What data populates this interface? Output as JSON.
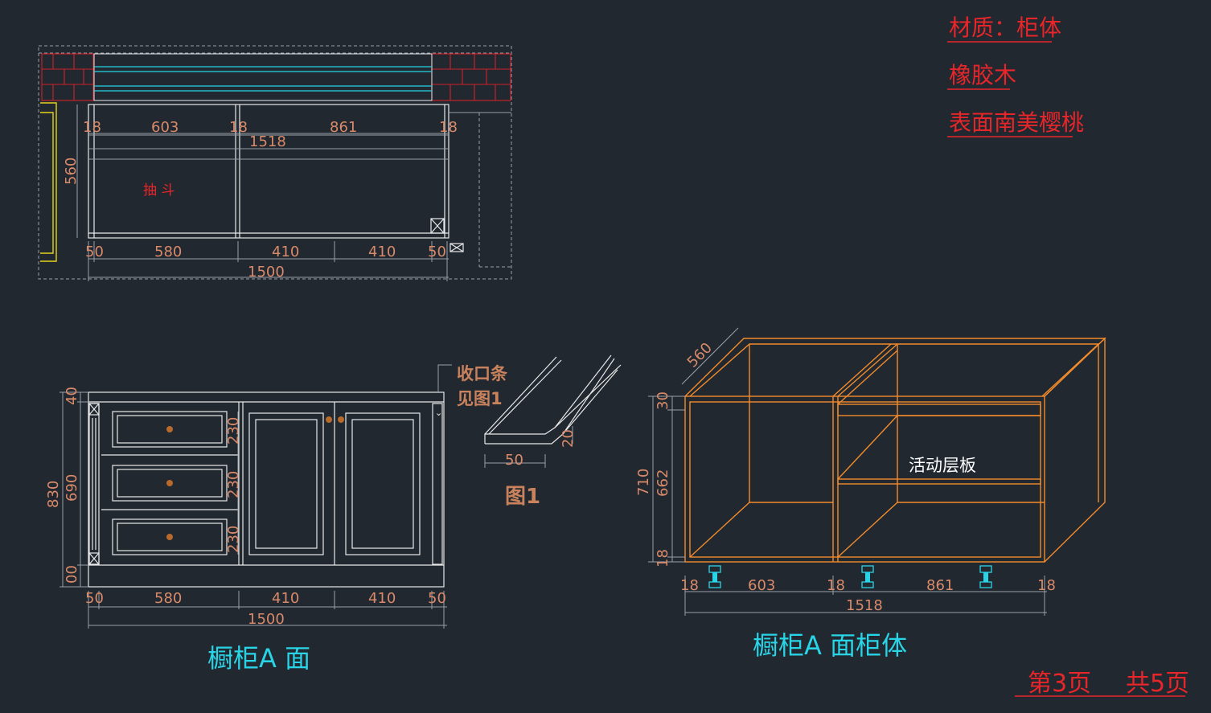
{
  "material_note": {
    "line1": "材质：柜体",
    "line2": "橡胶木",
    "line3": "表面南美樱桃"
  },
  "plan_view": {
    "label_drawer": "抽 斗",
    "top_dims": [
      "18",
      "603",
      "18",
      "861",
      "18"
    ],
    "top_total": "1518",
    "depth": "560",
    "bottom_dims": [
      "50",
      "580",
      "410",
      "410",
      "50"
    ],
    "bottom_total": "1500"
  },
  "front_view": {
    "left_dims": [
      "40",
      "690",
      "00"
    ],
    "overall_height": "830",
    "drawer_heights": [
      "230",
      "230",
      "230"
    ],
    "bottom_dims": [
      "50",
      "580",
      "410",
      "410",
      "50"
    ],
    "bottom_total": "1500",
    "callout": "收口条\n见图1",
    "callout_line1": "收口条",
    "callout_line2": "见图1",
    "title": "橱柜A 面"
  },
  "detail": {
    "width": "50",
    "height": "20",
    "title": "图1"
  },
  "iso_view": {
    "depth": "560",
    "left_dims": [
      "30",
      "662",
      "18"
    ],
    "overall_height": "710",
    "shelf_label": "活动层板",
    "bottom_dims": [
      "18",
      "603",
      "18",
      "861",
      "18"
    ],
    "bottom_total": "1518",
    "title": "橱柜A 面柜体"
  },
  "page_footer": {
    "page": "第3页",
    "total": "共5页"
  },
  "colors": {
    "background": "#212830",
    "dimension": "#d98a6a",
    "note_red": "#e8262a",
    "title_cyan": "#28d4e6",
    "frame_orange": "#f28b2b"
  }
}
